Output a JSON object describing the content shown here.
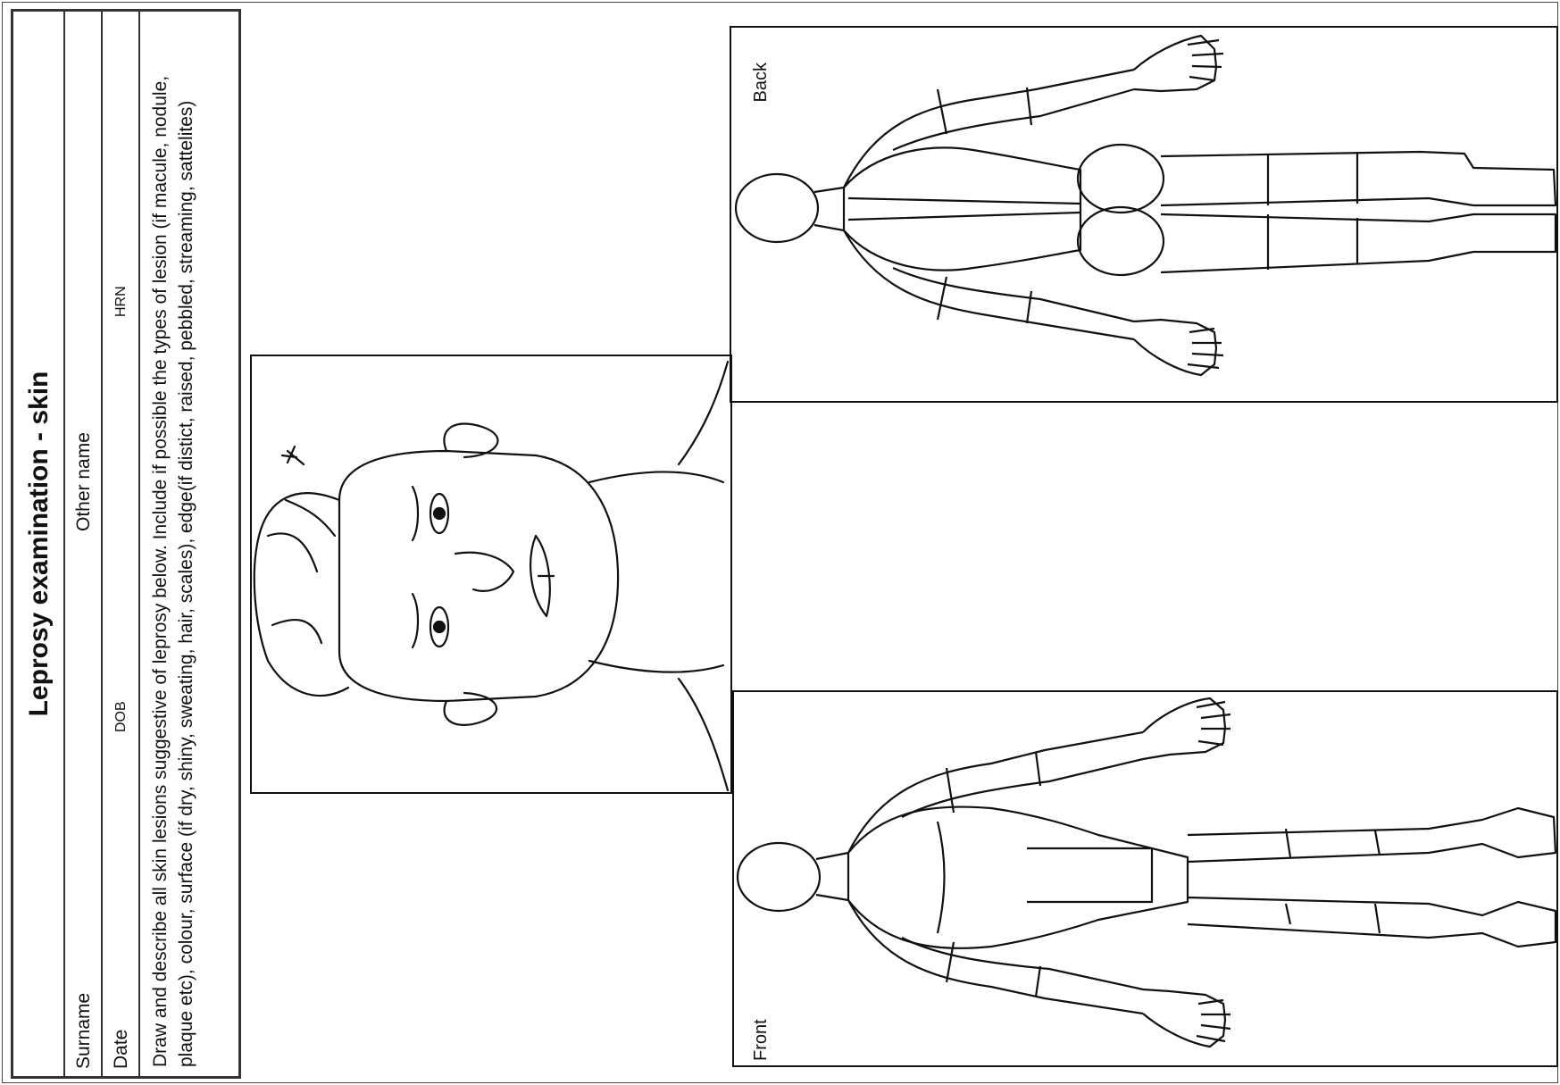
{
  "form": {
    "title": "Leprosy examination - skin",
    "surname_label": "Surname",
    "other_name_label": "Other name",
    "date_label": "Date",
    "dob_label": "DOB",
    "hrn_label": "HRN",
    "instructions": "Draw and describe all skin lesions suggestive of leprosy below. Include  if possible the types of lesion (if macule, nodule, plaque etc), colour, surface (if dry, shiny, sweating, hair, scales), edge(if distict, raised, pebbled, streaming, sattelites)"
  },
  "diagrams": {
    "front_label": "Front",
    "back_label": "Back"
  }
}
